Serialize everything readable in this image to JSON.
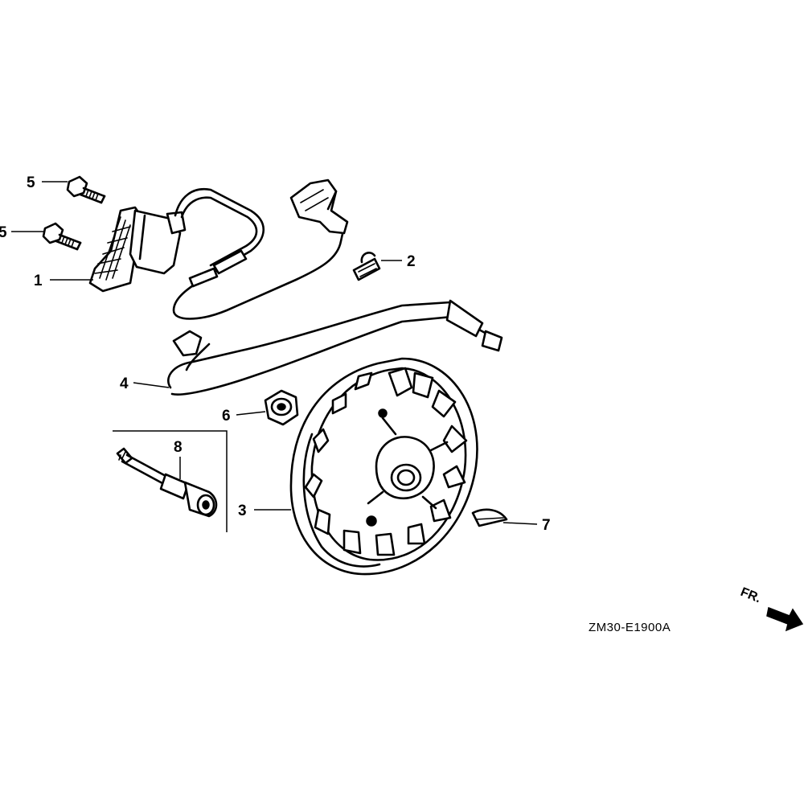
{
  "diagram_code": "ZM30-E1900A",
  "direction_label": "FR.",
  "callouts": [
    {
      "id": "1",
      "label": "1"
    },
    {
      "id": "2",
      "label": "2"
    },
    {
      "id": "3",
      "label": "3"
    },
    {
      "id": "4",
      "label": "4"
    },
    {
      "id": "5a",
      "label": "5"
    },
    {
      "id": "5b",
      "label": "5"
    },
    {
      "id": "6",
      "label": "6"
    },
    {
      "id": "7",
      "label": "7"
    },
    {
      "id": "8",
      "label": "8"
    }
  ]
}
